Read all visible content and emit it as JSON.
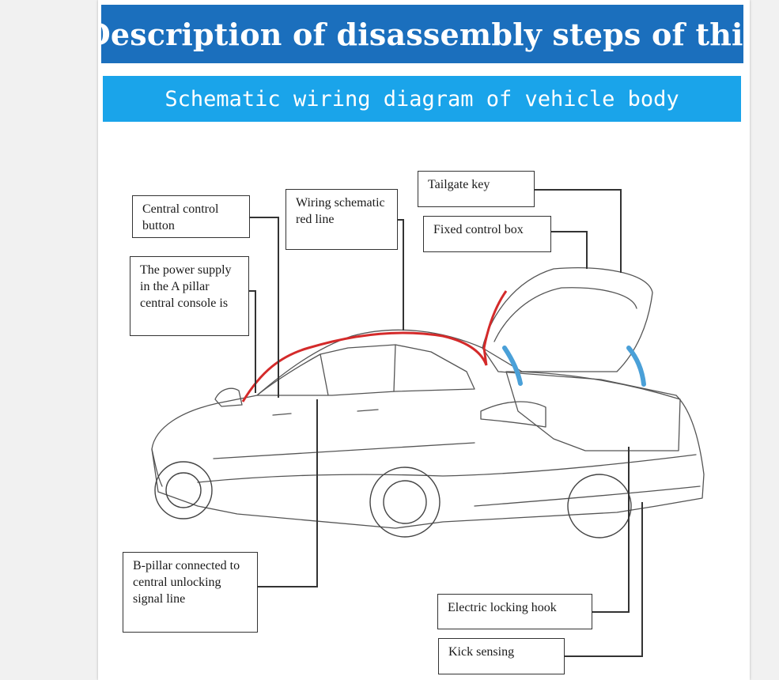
{
  "header": {
    "title": "Description of disassembly steps of this",
    "subtitle": "Schematic wiring diagram of vehicle body"
  },
  "labels": {
    "central_control_button": "Central control button",
    "wiring_red_line": "Wiring schematic red line",
    "tailgate_key": "Tailgate key",
    "fixed_control_box": "Fixed control box",
    "power_supply": "The power supply in the A pillar central console is",
    "b_pillar": "B-pillar connected to central unlocking signal line",
    "electric_locking_hook": "Electric locking hook",
    "kick_sensing": "Kick sensing"
  },
  "colors": {
    "title_bg": "#1b6fbd",
    "subtitle_bg": "#1aa4ea",
    "wiring_line": "#d42a2a",
    "strut": "#4aa0d8"
  }
}
